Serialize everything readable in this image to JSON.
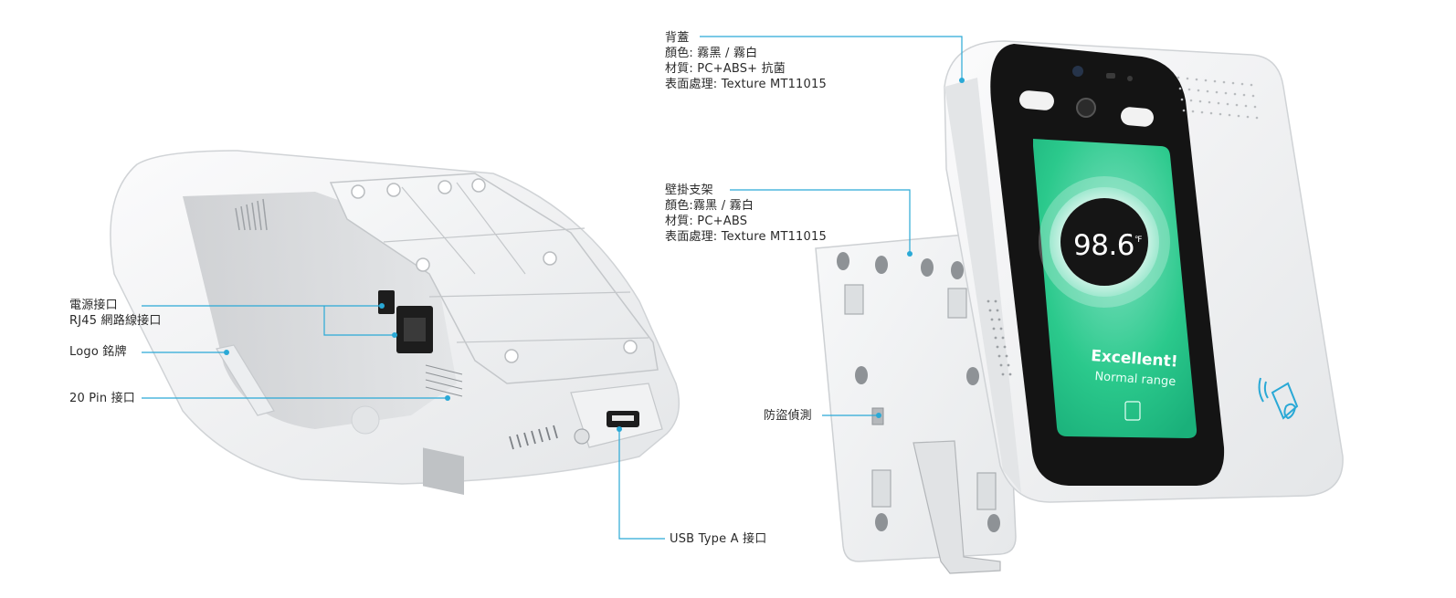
{
  "callouts": {
    "back_cover": {
      "title": "背蓋",
      "lines": [
        "顏色: 霧黑 / 霧白",
        "材質: PC+ABS+ 抗菌",
        "表面處理: Texture MT11015"
      ]
    },
    "wall_bracket": {
      "title": "壁掛支架",
      "lines": [
        "顏色:霧黑 / 霧白",
        "材質: PC+ABS",
        "表面處理: Texture MT11015"
      ]
    },
    "power_port": "電源接口",
    "rj45_port": "RJ45 網路線接口",
    "logo_plate": "Logo 銘牌",
    "pin20_port": "20 Pin 接口",
    "anti_theft": "防盜偵測",
    "usb_port": "USB Type A 接口"
  },
  "screen": {
    "temperature": "98.6",
    "unit": "℉",
    "status": "Excellent!",
    "range_note": "Normal range"
  },
  "colors": {
    "leader_line": "#2aa9d6",
    "screen_green": "#2bc98c",
    "bezel": "#141414",
    "body": "#f1f2f3"
  }
}
